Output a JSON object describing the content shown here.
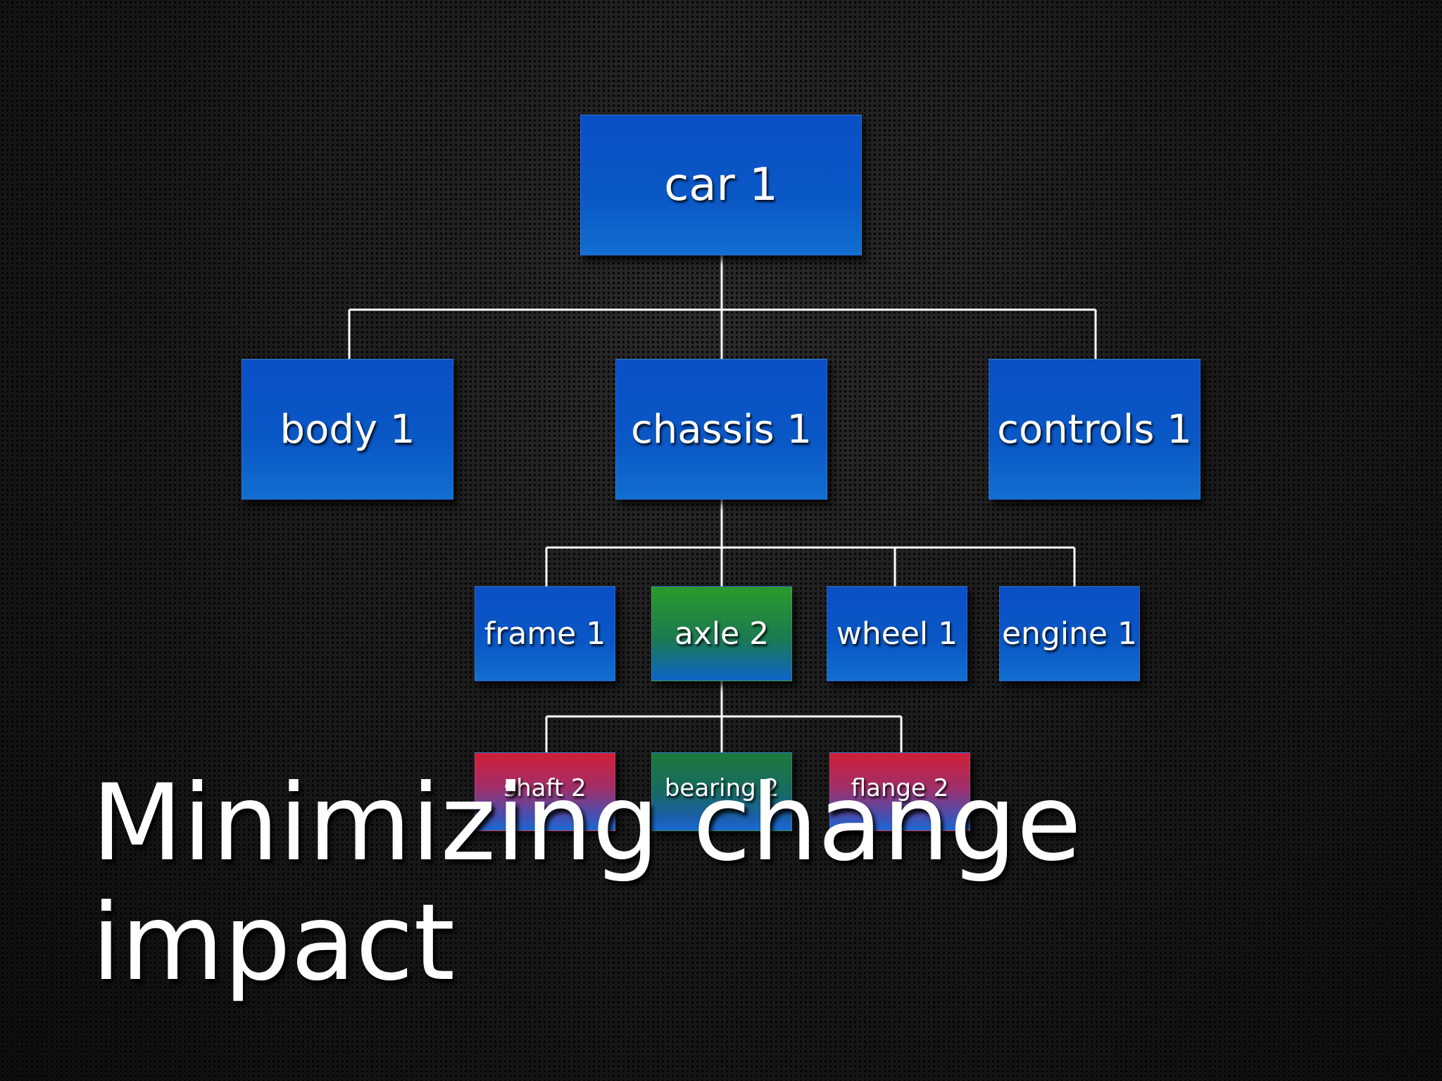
{
  "slide": {
    "title": "Minimizing change impact"
  },
  "tree": {
    "root": {
      "label": "car 1"
    },
    "level2": [
      {
        "label": "body 1"
      },
      {
        "label": "chassis 1"
      },
      {
        "label": "controls 1"
      }
    ],
    "level3": [
      {
        "label": "frame 1"
      },
      {
        "label": "axle 2"
      },
      {
        "label": "wheel 1"
      },
      {
        "label": "engine 1"
      }
    ],
    "level4": [
      {
        "label": "shaft 2"
      },
      {
        "label": "bearing 2"
      },
      {
        "label": "flange 2"
      }
    ]
  },
  "colors": {
    "unchanged": "#0a54c6",
    "changed_axle": "#2b9a2a",
    "changed_shaft": "#d21f36",
    "changed_bearing": "#1c7a3a",
    "changed_flange": "#d21f36",
    "connector": "#ffffff"
  }
}
